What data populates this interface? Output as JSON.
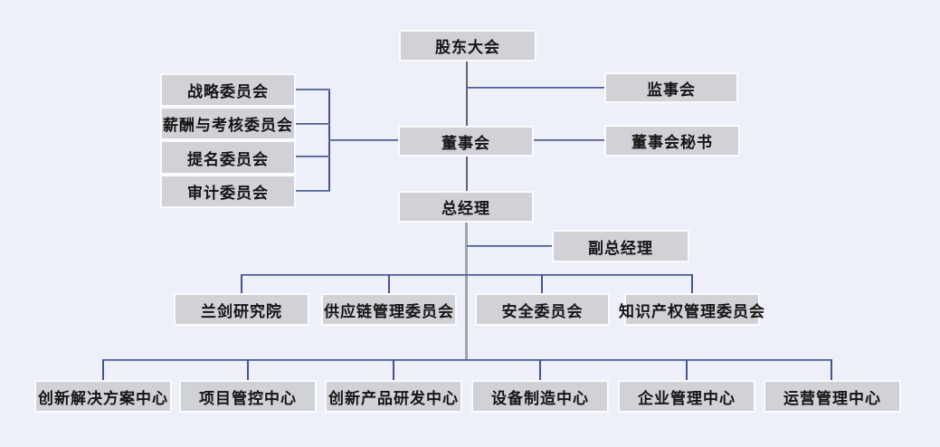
{
  "diagram": {
    "type": "org-chart",
    "background_color": "#edf0f8",
    "node_fill_color": "#d1d1d8",
    "node_border_color": "#fbfbfd",
    "connector_color": "#44548e",
    "spine_color": "#a2a2aa",
    "text_color": "#151515"
  },
  "nodes": {
    "shareholders_meeting": {
      "label": "股东大会"
    },
    "strategy_committee": {
      "label": "战略委员会"
    },
    "remuneration_committee": {
      "label": "薪酬与考核委员会"
    },
    "nomination_committee": {
      "label": "提名委员会"
    },
    "audit_committee": {
      "label": "审计委员会"
    },
    "supervisory_board": {
      "label": "监事会"
    },
    "board_of_directors": {
      "label": "董事会"
    },
    "board_secretary": {
      "label": "董事会秘书"
    },
    "general_manager": {
      "label": "总经理"
    },
    "deputy_general_manager": {
      "label": "副总经理"
    },
    "research_institute": {
      "label": "兰剑研究院"
    },
    "supply_chain_committee": {
      "label": "供应链管理委员会"
    },
    "safety_committee": {
      "label": "安全委员会"
    },
    "ip_management_committee": {
      "label": "知识产权管理委员会"
    },
    "innovation_solutions_center": {
      "label": "创新解决方案中心"
    },
    "project_control_center": {
      "label": "项目管控中心"
    },
    "product_rd_center": {
      "label": "创新产品研发中心"
    },
    "equipment_manufacturing_center": {
      "label": "设备制造中心"
    },
    "enterprise_management_center": {
      "label": "企业管理中心"
    },
    "operations_management_center": {
      "label": "运营管理中心"
    }
  }
}
